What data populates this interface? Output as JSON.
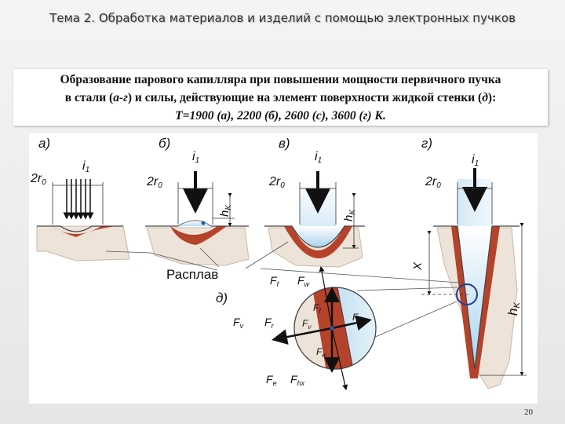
{
  "slide": {
    "title": "Тема 2. Обработка материалов и изделий с помощью электронных пучков",
    "caption": {
      "line1": "Образование парового капилляра при повышении мощности первичного пучка",
      "line2_a": "в стали (",
      "line2_b": "а-г",
      "line2_c": ") и силы, действующие на элемент поверхности жидкой стенки (",
      "line2_d": "д",
      "line2_e": "):",
      "line3": "T=1900 (а), 2200 (б), 2600 (с), 3600 (г) К."
    },
    "page_number": "20"
  },
  "figure": {
    "panel_labels": [
      "а)",
      "б)",
      "в)",
      "г)",
      "д)"
    ],
    "beam_label": "i",
    "beam_sub": "1",
    "radius_label": "2r",
    "radius_sub": "0",
    "depth_label": "h",
    "depth_sub": "K",
    "x_label": "X",
    "melt_label": "Расплав",
    "forces": {
      "F": "F",
      "f": "f",
      "w": "w",
      "v": "v",
      "r": "r",
      "s": "s",
      "e": "e",
      "hx": "hx"
    },
    "colors": {
      "melt": "#b5422a",
      "solid": "#ede3d8",
      "vapor": "#b9d9ef"
    }
  }
}
